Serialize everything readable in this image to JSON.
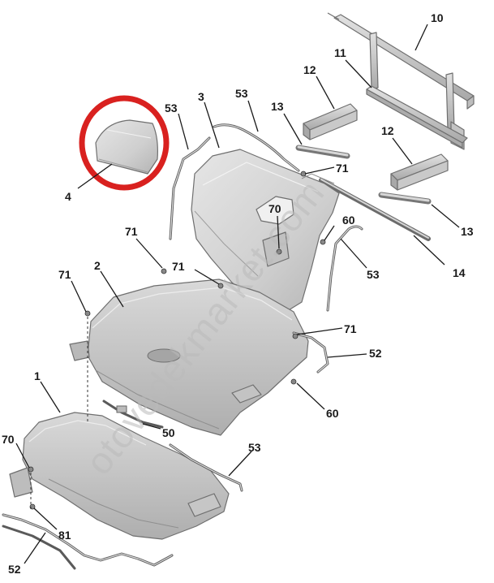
{
  "diagram": {
    "watermark": "otovedekmarket.com",
    "highlight_color": "#d9211f",
    "part_fill": "#d6d6d6",
    "part_shadow": "#a9a9a9",
    "line_color": "#1a1a1a",
    "callouts": {
      "c1": "1",
      "c2": "2",
      "c3": "3",
      "c4": "4",
      "c10": "10",
      "c11": "11",
      "c12a": "12",
      "c12b": "12",
      "c13a": "13",
      "c13b": "13",
      "c14": "14",
      "c50": "50",
      "c52a": "52",
      "c52b": "52",
      "c53a": "53",
      "c53b": "53",
      "c53c": "53",
      "c53d": "53",
      "c60a": "60",
      "c60b": "60",
      "c70a": "70",
      "c70b": "70",
      "c71a": "71",
      "c71b": "71",
      "c71c": "71",
      "c71d": "71",
      "c71e": "71",
      "c81": "81"
    }
  }
}
